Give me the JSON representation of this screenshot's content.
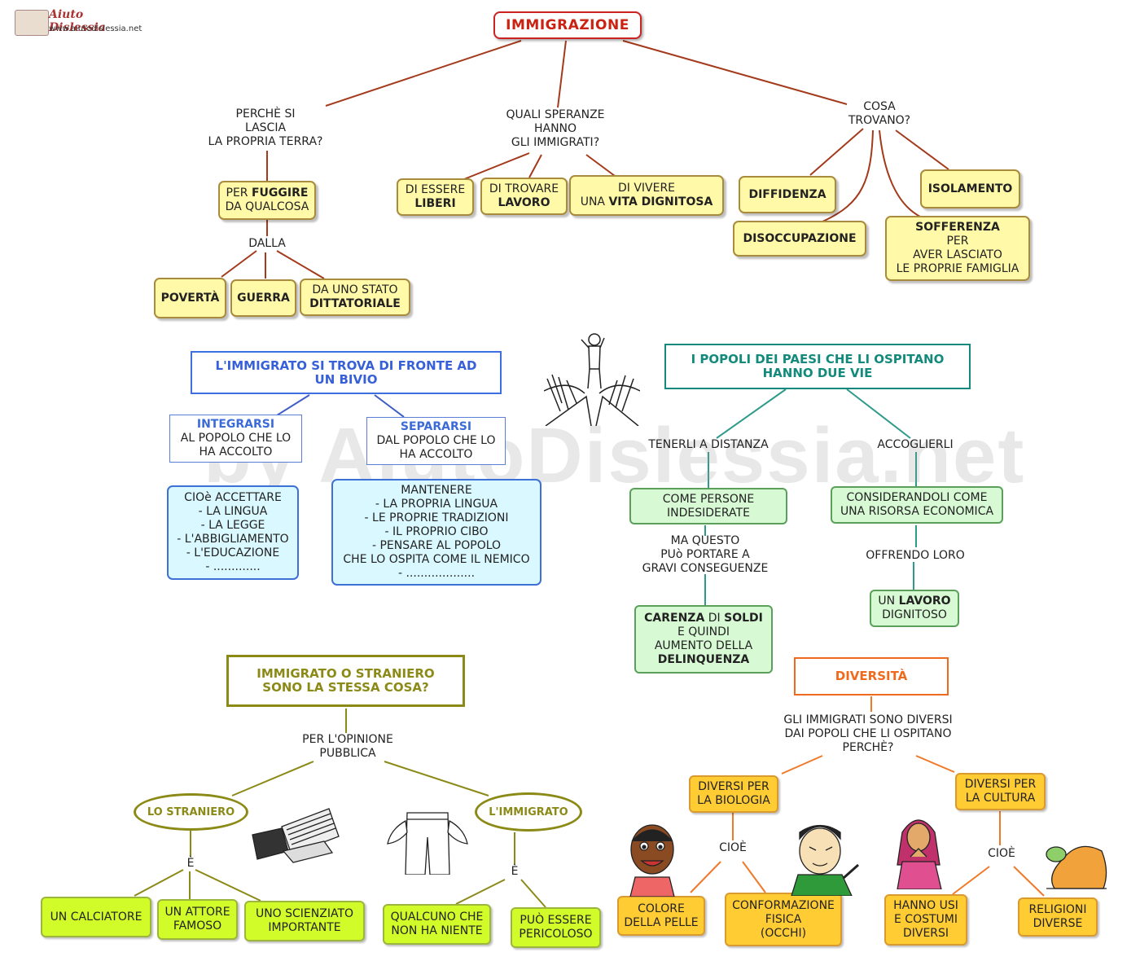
{
  "header": {
    "logo_name": "Aiuto Dislessia",
    "logo_url": "www.aiutodislessia.net"
  },
  "watermark": "by AiutoDislessia.net",
  "title": "IMMIGRAZIONE",
  "q1": "PERCHÈ SI\nLASCIA\nLA PROPRIA TERRA?",
  "q2": "QUALI SPERANZE\nHANNO\nGLI IMMIGRATI?",
  "q3": "COSA\nTROVANO?",
  "fuggire": {
    "pre": "PER ",
    "bold": "FUGGIRE",
    "post": "\nDA QUALCOSA"
  },
  "dalla": "DALLA",
  "poverta": "POVERTÀ",
  "guerra": "GUERRA",
  "stato": {
    "pre": "DA UNO STATO\n",
    "bold": "DITTATORIALE"
  },
  "liberi": {
    "pre": "DI ESSERE\n",
    "bold": "LIBERI"
  },
  "lavoro": {
    "pre": "DI TROVARE\n",
    "bold": "LAVORO"
  },
  "vita": {
    "pre": "DI VIVERE\nUNA ",
    "bold": "VITA DIGNITOSA"
  },
  "diffidenza": "DIFFIDENZA",
  "isolamento": "ISOLAMENTO",
  "disoccupazione": "DISOCCUPAZIONE",
  "sofferenza": {
    "bold": "SOFFERENZA",
    "post": "\nPER\nAVER LASCIATO\nLE PROPRIE FAMIGLIA"
  },
  "bivio": "L'IMMIGRATO SI TROVA DI FRONTE AD\nUN BIVIO",
  "integrarsi": {
    "head": "INTEGRARSI",
    "body": "AL POPOLO CHE LO\nHA ACCOLTO"
  },
  "separarsi": {
    "head": "SEPARARSI",
    "body": "DAL POPOLO CHE LO\nHA ACCOLTO"
  },
  "cioe_accettare": "CIOè ACCETTARE\n- LA LINGUA\n- LA LEGGE\n- L'ABBIGLIAMENTO\n- L'EDUCAZIONE\n- .............",
  "mantenere": "MANTENERE\n- LA PROPRIA LINGUA\n- LE PROPRIE TRADIZIONI\n- IL PROPRIO CIBO\n- PENSARE AL POPOLO\nCHE LO OSPITA COME IL NEMICO\n- ...................",
  "popoli": "I POPOLI DEI PAESI CHE LI OSPITANO\nHANNO DUE VIE",
  "tenerli": "TENERLI A DISTANZA",
  "accoglierli": "ACCOGLIERLI",
  "indesiderate": "COME PERSONE\nINDESIDERATE",
  "risorsa": "CONSIDERANDOLI COME\nUNA RISORSA ECONOMICA",
  "ma_questo": "MA QUESTO\nPUò PORTARE A\nGRAVI CONSEGUENZE",
  "offrendo": "OFFRENDO LORO",
  "carenza": {
    "b1": "CARENZA",
    "m1": " DI ",
    "b2": "SOLDI",
    "m2": "\nE QUINDI\nAUMENTO DELLA\n",
    "b3": "DELINQUENZA"
  },
  "un_lavoro": {
    "pre": "UN ",
    "bold": "LAVORO",
    "post": "\nDIGNITOSO"
  },
  "straniero_q": "IMMIGRATO O STRANIERO\nSONO LA STESSA COSA?",
  "opinione": "PER L'OPINIONE\nPUBBLICA",
  "lo_straniero": "LO STRANIERO",
  "l_immigrato": "L'IMMIGRATO",
  "e1": "È",
  "e2": "È",
  "calciatore": "UN CALCIATORE",
  "attore": "UN ATTORE\nFAMOSO",
  "scienziato": "UNO SCIENZIATO\nIMPORTANTE",
  "niente": "QUALCUNO CHE\nNON HA NIENTE",
  "pericoloso": "PUÒ ESSERE\nPERICOLOSO",
  "diversita": "DIVERSITÀ",
  "diversi_q": "GLI IMMIGRATI SONO DIVERSI\nDAI POPOLI CHE LI OSPITANO\nPERCHÈ?",
  "biologia": "DIVERSI PER\nLA BIOLOGIA",
  "cultura": "DIVERSI PER\nLA CULTURA",
  "cioe1": "CIOÈ",
  "cioe2": "CIOÈ",
  "colore": "COLORE\nDELLA PELLE",
  "conformazione": "CONFORMAZIONE\nFISICA\n(OCCHI)",
  "usi": "HANNO USI\nE COSTUMI\nDIVERSI",
  "religioni": "RELIGIONI\nDIVERSE"
}
